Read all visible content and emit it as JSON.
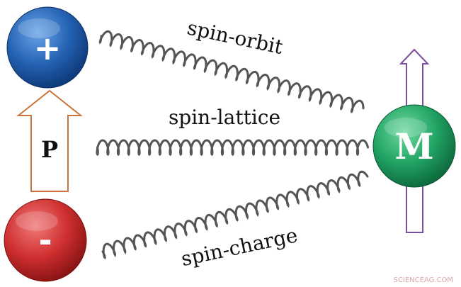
{
  "charges": {
    "positive": {
      "symbol": "+",
      "color": "#1f62b0"
    },
    "negative": {
      "symbol": "-",
      "color": "#cc2a2a"
    }
  },
  "polarization": {
    "label": "P",
    "arrow_color": "#c8743a"
  },
  "magnetization": {
    "label": "M",
    "color": "#1f9e5e",
    "arrow_color": "#7b4fa0"
  },
  "couplings": [
    {
      "id": "spin-orbit",
      "label": "spin-orbit"
    },
    {
      "id": "spin-lattice",
      "label": "spin-lattice"
    },
    {
      "id": "spin-charge",
      "label": "spin-charge"
    }
  ],
  "watermark": "SCIENCEAG.COM"
}
